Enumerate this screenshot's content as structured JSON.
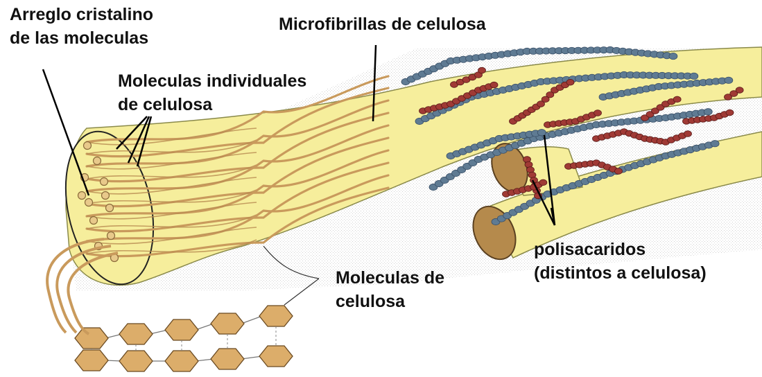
{
  "labels": {
    "arreglo": {
      "line1": "Arreglo cristalino",
      "line2": "de las moleculas"
    },
    "microfibrillas": "Microfibrillas de celulosa",
    "individuales": {
      "line1": "Moleculas individuales",
      "line2": "de celulosa"
    },
    "moleculas_celulosa": {
      "line1": "Moleculas de",
      "line2": "celulosa"
    },
    "polisacaridos": {
      "line1": "polisacaridos",
      "line2": "(distintos a celulosa)"
    }
  },
  "colors": {
    "fibril_fill": "#f6ee9c",
    "fibril_stroke": "#8a8a4a",
    "molecule_strand": "#c99a5c",
    "hexagon_fill": "#dcad6a",
    "cut_face": "#b58a4c",
    "blue_chain": "#5f7b93",
    "red_chain": "#a03a35",
    "leader_line": "#000000"
  }
}
